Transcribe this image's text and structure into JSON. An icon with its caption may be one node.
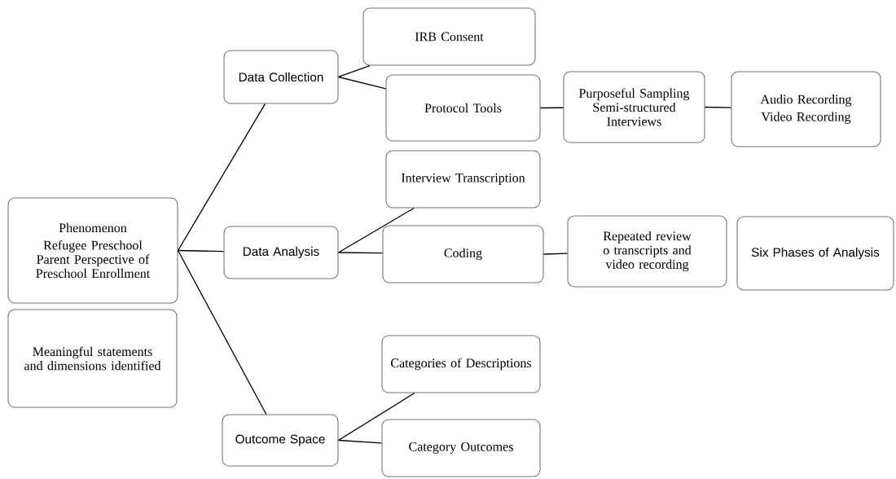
{
  "diagram": {
    "nodes": [
      {
        "text": [
          "Phenomenon",
          "Refugee Preschool Parent Perspective of Preschool Enrollment"
        ]
      },
      {
        "text": [
          "Meaningful statements and dimensions identified"
        ]
      },
      {
        "text": [
          "Data Collection"
        ]
      },
      {
        "text": [
          "Data Analysis"
        ]
      },
      {
        "text": [
          "Outcome Space"
        ]
      },
      {
        "text": [
          "IRB  Consent"
        ]
      },
      {
        "text": [
          "Protocol Tools"
        ]
      },
      {
        "text": [
          "Purposeful Sampling Semi-structured Interviews"
        ]
      },
      {
        "text": [
          "Audio Recording",
          "Video Recording"
        ]
      },
      {
        "text": [
          "Interview Transcription"
        ]
      },
      {
        "text": [
          "Coding"
        ]
      },
      {
        "text": [
          "Repeated review o transcripts and video recording"
        ]
      },
      {
        "text": [
          "Six Phases of Analysis"
        ]
      },
      {
        "text": [
          "Categories of Descriptions"
        ]
      },
      {
        "text": [
          "Category Outcomes"
        ]
      }
    ],
    "edges": [
      {
        "from": 0,
        "to": 2,
        "arrow": "none"
      },
      {
        "from": 0,
        "to": 3,
        "arrow": "none"
      },
      {
        "from": 0,
        "to": 4,
        "arrow": "none"
      },
      {
        "from": 2,
        "to": 5,
        "arrow": "none"
      },
      {
        "from": 2,
        "to": 6,
        "arrow": "none"
      },
      {
        "from": 6,
        "to": 7,
        "arrow": "none"
      },
      {
        "from": 7,
        "to": 8,
        "arrow": "none"
      },
      {
        "from": 3,
        "to": 9,
        "arrow": "none"
      },
      {
        "from": 3,
        "to": 10,
        "arrow": "none"
      },
      {
        "from": 10,
        "to": 11,
        "arrow": "none"
      },
      {
        "from": 4,
        "to": 13,
        "arrow": "none"
      },
      {
        "from": 4,
        "to": 14,
        "arrow": "none"
      }
    ]
  }
}
